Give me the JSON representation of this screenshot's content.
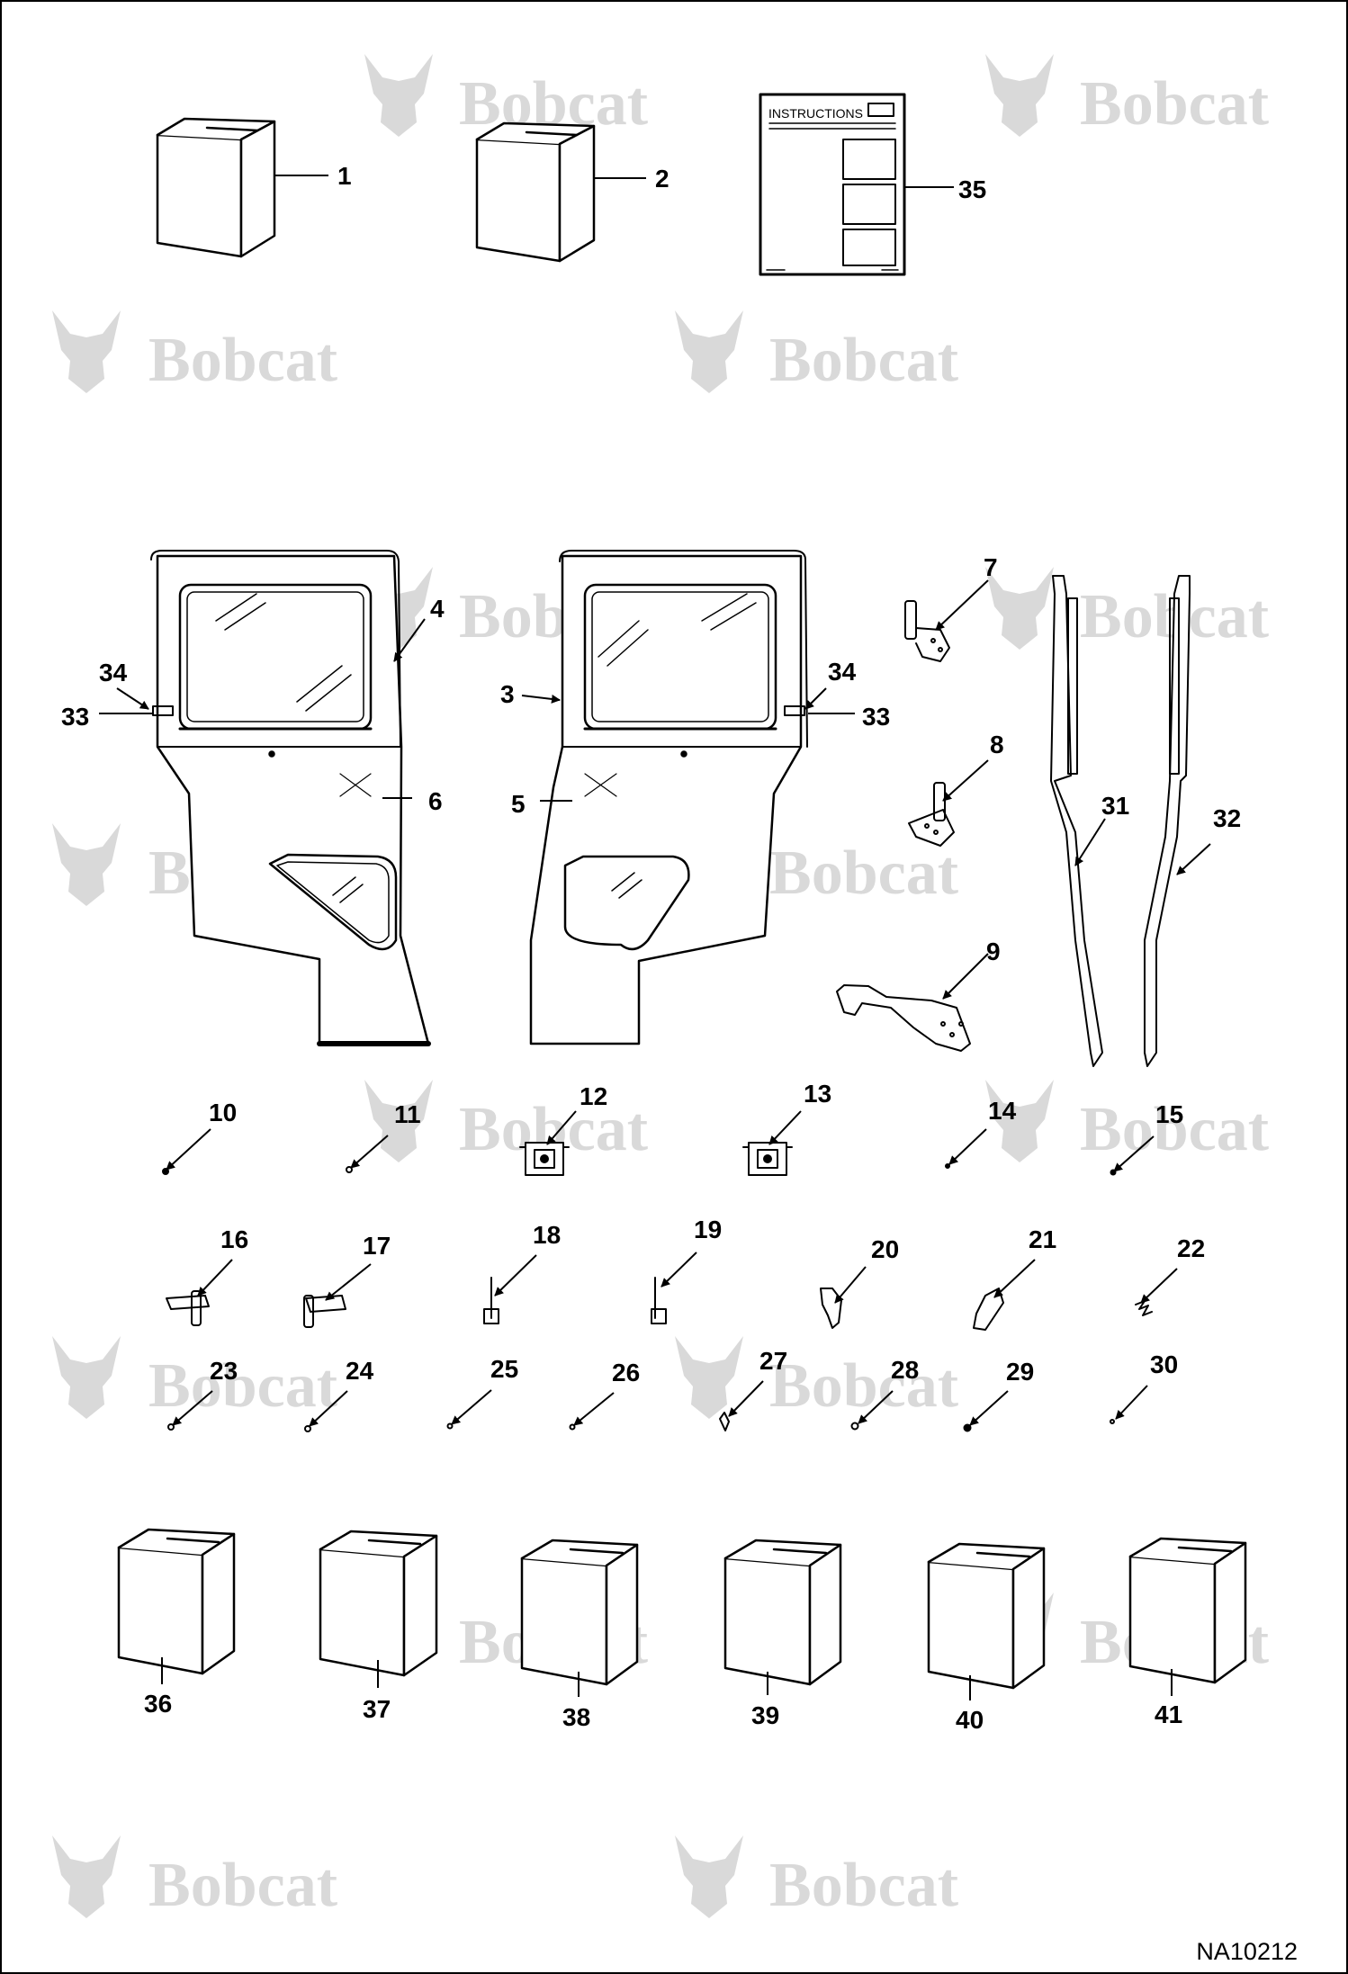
{
  "watermark_text": "Bobcat",
  "figure_id": "NA10212",
  "instructions_title": "INSTRUCTIONS",
  "callouts": {
    "c1": "1",
    "c2": "2",
    "c3": "3",
    "c4": "4",
    "c5": "5",
    "c6": "6",
    "c7": "7",
    "c8": "8",
    "c9": "9",
    "c10": "10",
    "c11": "11",
    "c12": "12",
    "c13": "13",
    "c14": "14",
    "c15": "15",
    "c16": "16",
    "c17": "17",
    "c18": "18",
    "c19": "19",
    "c20": "20",
    "c21": "21",
    "c22": "22",
    "c23": "23",
    "c24": "24",
    "c25": "25",
    "c26": "26",
    "c27": "27",
    "c28": "28",
    "c29": "29",
    "c30": "30",
    "c31": "31",
    "c32": "32",
    "c33_left": "33",
    "c33_right": "33",
    "c34_left": "34",
    "c34_right": "34",
    "c35": "35",
    "c36": "36",
    "c37": "37",
    "c38": "38",
    "c39": "39",
    "c40": "40",
    "c41": "41"
  },
  "colors": {
    "line": "#000000",
    "watermark": "#d9d9d9",
    "background": "#ffffff"
  }
}
